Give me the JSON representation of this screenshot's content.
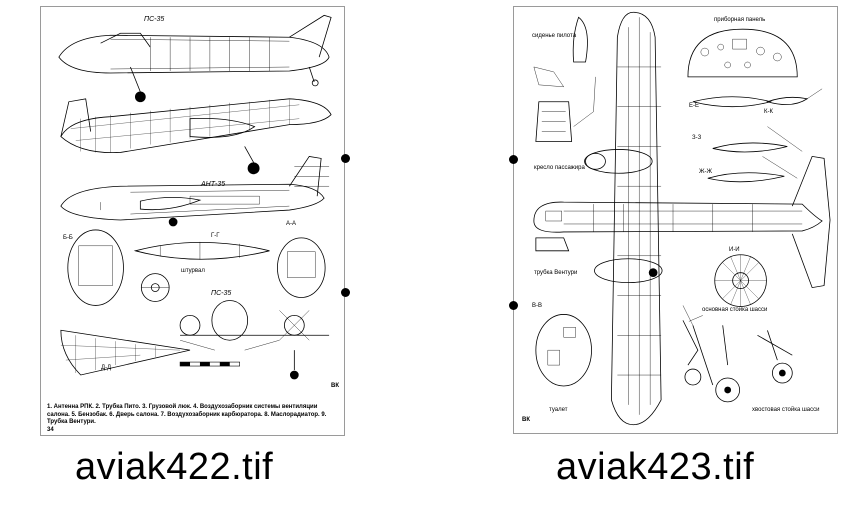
{
  "left_sheet": {
    "filename": "aviak422.tif",
    "labels": {
      "ps35_top": "ПС-35",
      "ant35": "АНТ-35",
      "ps35_bottom": "ПС-35",
      "section_bb": "Б-Б",
      "section_gg": "Г-Г",
      "section_aa": "А-А",
      "section_dd": "Д-Д",
      "shturval": "штурвал"
    },
    "caption": "1. Антенна РПК.  2. Трубка Пито.  3. Грузовой люк.  4. Воздухозаборник системы вентиляции салона.  5. Бензобак.  6. Дверь салона.  7. Воздухозаборник карбюратора.  8. Маслорадиатор.  9. Трубка Вентури.",
    "page_number": "34",
    "signature": "ВК"
  },
  "right_sheet": {
    "filename": "aviak423.tif",
    "labels": {
      "pilot_seat": "сиденье пилота",
      "instrument_panel": "приборная панель",
      "section_ee": "Е-Е",
      "section_kk": "К-К",
      "section_zz": "З-З",
      "section_zhzh": "Ж-Ж",
      "passenger_seat": "кресло пассажира",
      "venturi_tube": "трубка Вентури",
      "section_iii": "И-И",
      "section_vv": "В-В",
      "main_gear": "основная стойка шасси",
      "tail_gear": "хвостовая стойка шасси",
      "toilet": "туалет"
    },
    "signature": "ВК"
  },
  "binder_holes": 4
}
